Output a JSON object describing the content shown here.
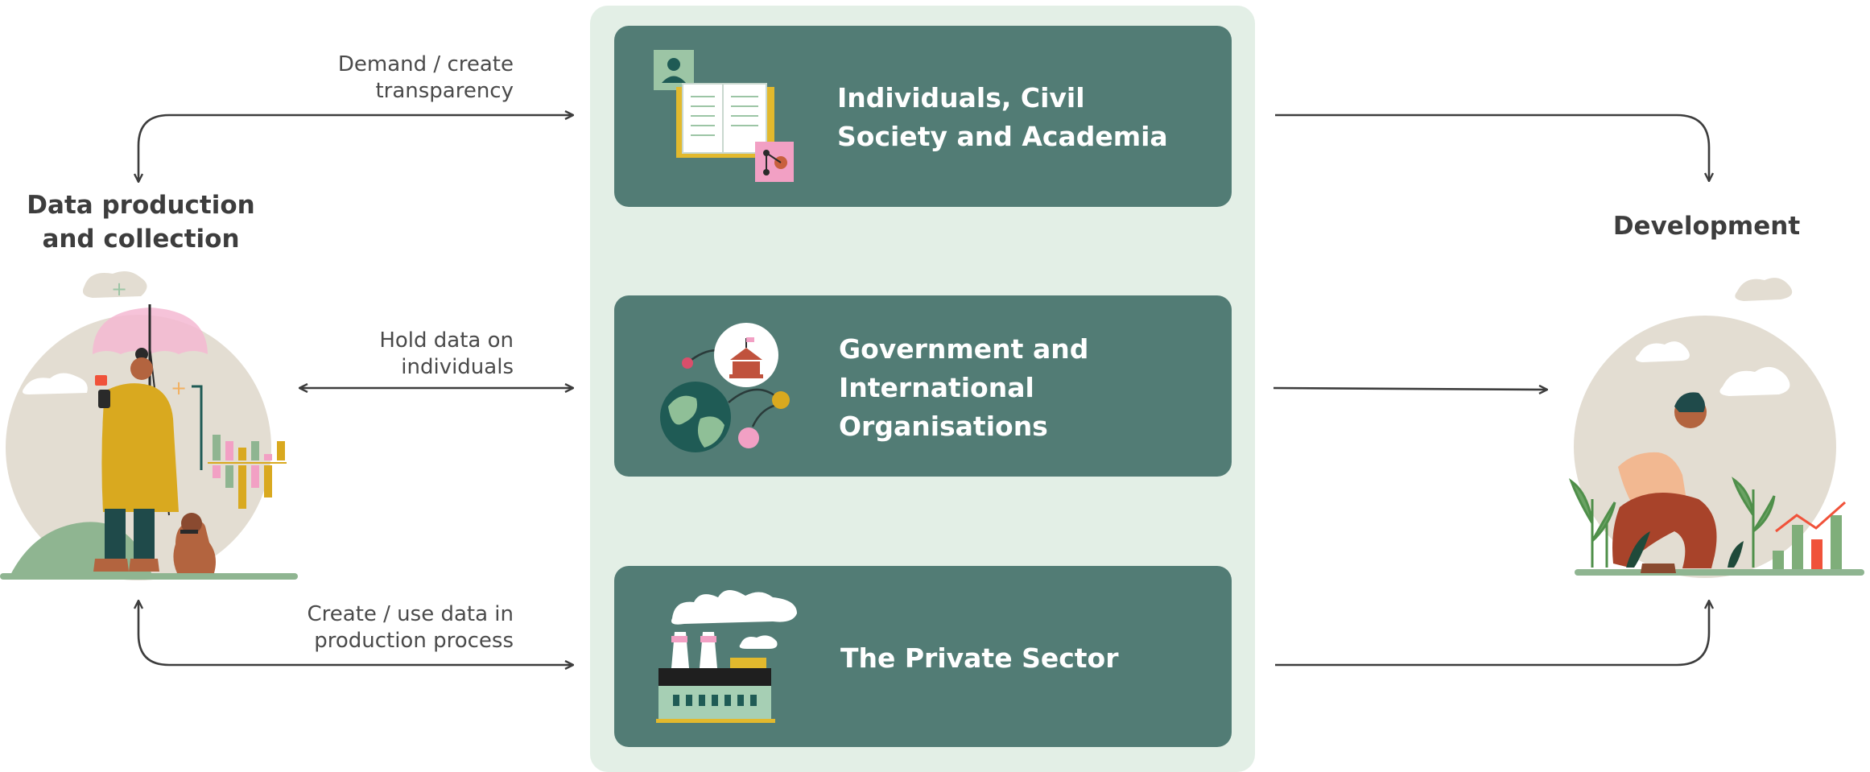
{
  "left_node": {
    "title": "Data production\nand collection"
  },
  "right_node": {
    "title": "Development"
  },
  "actors": [
    {
      "label": "Individuals, Civil\nSociety and Academia"
    },
    {
      "label": "Government and\nInternational\nOrganisations"
    },
    {
      "label": "The Private Sector"
    }
  ],
  "edges": [
    {
      "label": "Demand / create\ntransparency"
    },
    {
      "label": "Hold data on\nindividuals"
    },
    {
      "label": "Create / use data in\nproduction process"
    }
  ],
  "colors": {
    "panel": "#e3efe6",
    "card": "#527c75",
    "arrow": "#3d3d3d",
    "accent_pink": "#f2a0c4",
    "accent_yellow": "#d9a91f",
    "accent_green": "#7fae7a"
  },
  "icons": [
    "book-icon",
    "globe-network-icon",
    "factory-icon",
    "woman-umbrella-illustration",
    "farmer-illustration"
  ]
}
